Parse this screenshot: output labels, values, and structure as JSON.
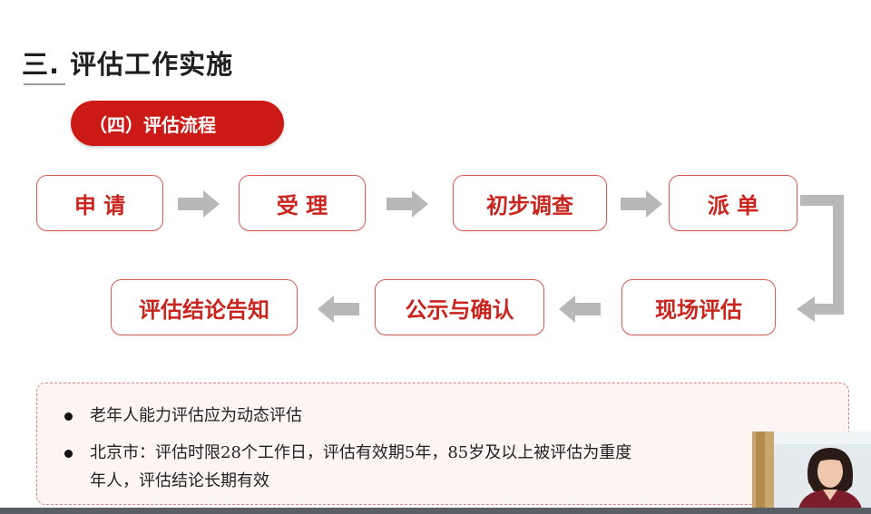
{
  "slide": {
    "heading": "三. 评估工作实施",
    "section_pill": "（四）评估流程"
  },
  "flow": {
    "steps": [
      "申 请",
      "受 理",
      "初步调查",
      "派 单",
      "现场评估",
      "公示与确认",
      "评估结论告知"
    ]
  },
  "notes": {
    "items": [
      "老年人能力评估应为动态评估",
      "北京市：评估时限28个工作日，评估有效期5年，85岁及以上被评估为重度",
      "年人，评估结论长期有效"
    ]
  },
  "colors": {
    "accent_red": "#cc1a17",
    "step_text": "#c9241d",
    "arrow_gray": "#b8b8b8"
  },
  "icons": [
    "right-arrow-icon",
    "left-arrow-icon",
    "elbow-arrow-icon",
    "bullet-dot-icon"
  ]
}
